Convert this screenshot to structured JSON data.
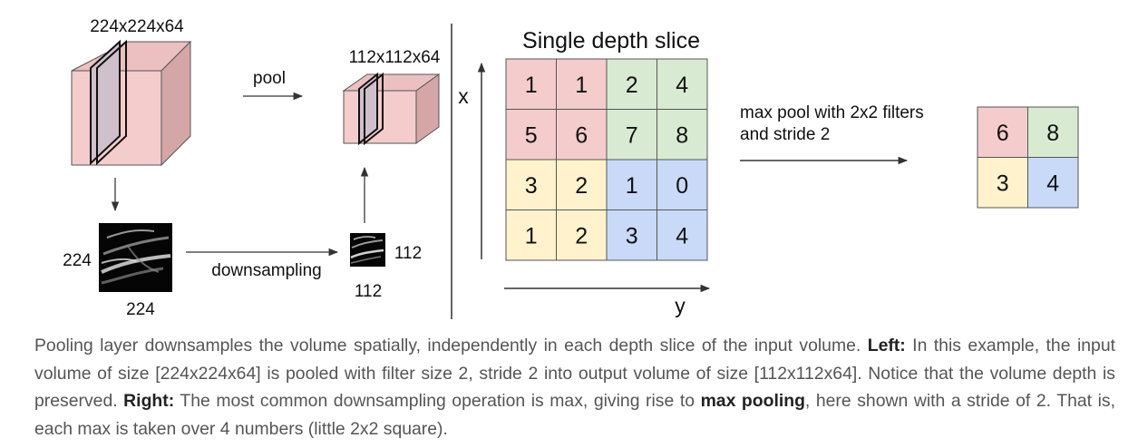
{
  "left": {
    "input_dims": "224x224x64",
    "output_dims": "112x112x64",
    "pool_label": "pool",
    "downsampling_label": "downsampling",
    "input_size_vertical": "224",
    "input_size_horizontal": "224",
    "output_size_vertical": "112",
    "output_size_horizontal": "112"
  },
  "right": {
    "title": "Single depth slice",
    "x_axis_label": "x",
    "y_axis_label": "y",
    "grid_values": [
      [
        "1",
        "1",
        "2",
        "4"
      ],
      [
        "5",
        "6",
        "7",
        "8"
      ],
      [
        "3",
        "2",
        "1",
        "0"
      ],
      [
        "1",
        "2",
        "3",
        "4"
      ]
    ],
    "operation_line1": "max pool with 2x2 filters",
    "operation_line2": "and stride 2",
    "output_values": [
      [
        "6",
        "8"
      ],
      [
        "3",
        "4"
      ]
    ]
  },
  "colors": {
    "red_quadrant": "#f4cccc",
    "green_quadrant": "#d9ead3",
    "yellow_quadrant": "#fff2cc",
    "blue_quadrant": "#c9daf8",
    "cube_front": "#f4cccc",
    "cube_top": "#ecc0c0",
    "cube_side": "#d5a6a6"
  },
  "caption": {
    "part1": "Pooling layer downsamples the volume spatially, independently in each depth slice of the input volume. ",
    "left_bold": "Left:",
    "part2": " In this example, the input volume of size [224x224x64] is pooled with filter size 2, stride 2 into output volume of size [112x112x64]. Notice that the volume depth is preserved. ",
    "right_bold": "Right:",
    "part3": " The most common downsampling operation is max, giving rise to ",
    "maxpool_bold": "max pooling",
    "part4": ", here shown with a stride of 2. That is, each max is taken over 4 numbers (little 2x2 square)."
  }
}
